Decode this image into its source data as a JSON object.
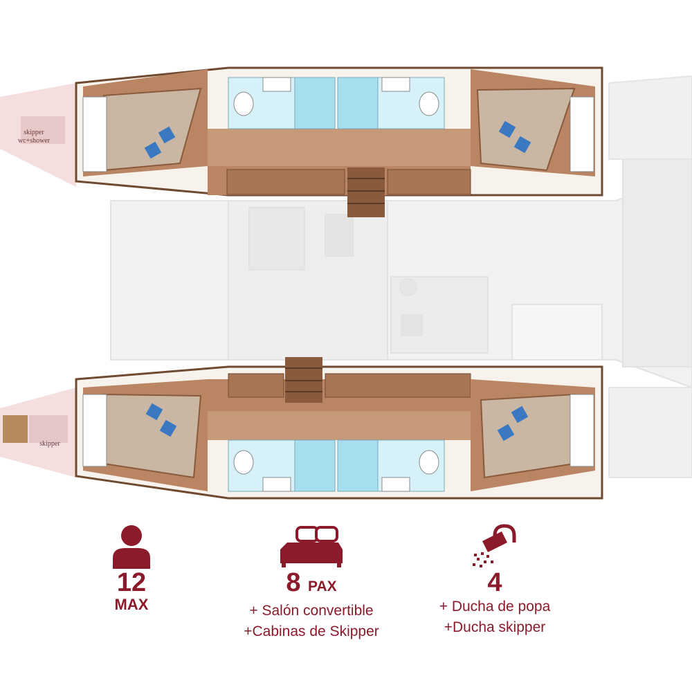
{
  "labels": {
    "skipper_top_line1": "skipper",
    "skipper_top_line2": "wc+shower",
    "skipper_bottom": "skipper"
  },
  "stats": {
    "max": {
      "value": "12",
      "unit": "MAX",
      "icon": "person-icon"
    },
    "pax": {
      "value": "8",
      "unit": "PAX",
      "line1": "+  Salón convertible",
      "line2": "+Cabinas de Skipper",
      "icon": "double-bed-icon"
    },
    "shower": {
      "value": "4",
      "line1": "+ Ducha de popa",
      "line2": "+Ducha skipper",
      "icon": "shower-icon"
    }
  },
  "colors": {
    "accent": "#8b1a2b",
    "wood": "#b98562",
    "wood_dark": "#8a5a3c",
    "bed": "#c9b7a3",
    "bath": "#a8dff0",
    "bath_light": "#d6f1f8",
    "pillow": "#3b78c2",
    "skipper_zone": "#f1dada"
  }
}
